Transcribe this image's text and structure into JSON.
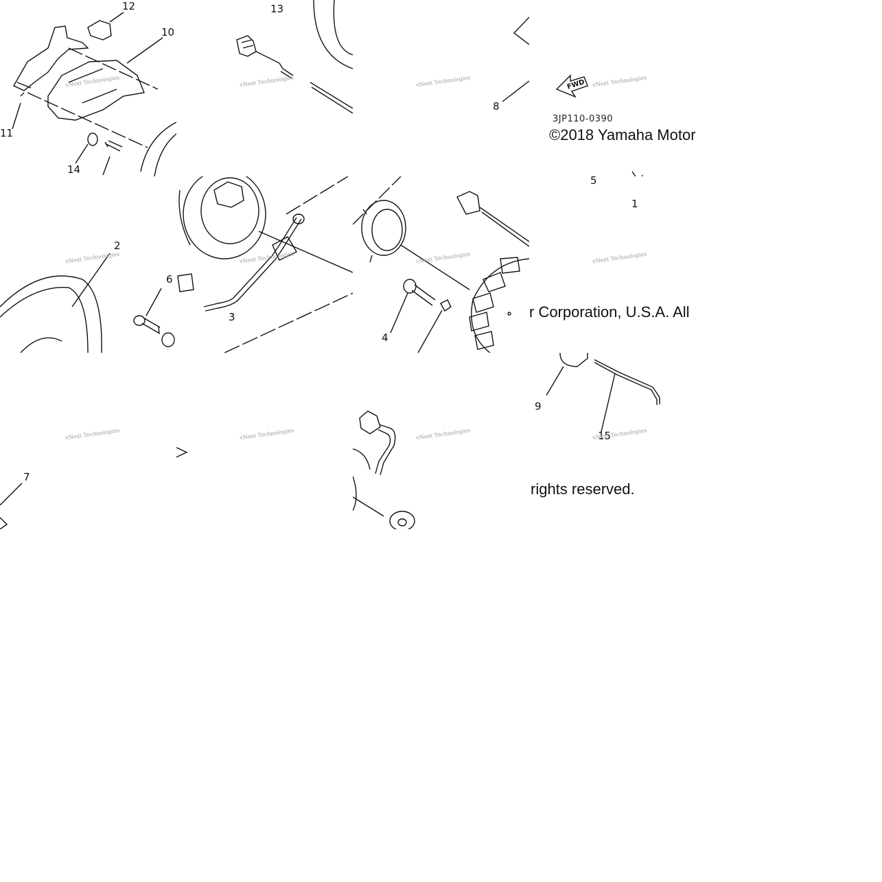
{
  "diagram": {
    "part_code": "3JP110-0390",
    "copyright_parts": [
      "©2018 Yamaha Motor",
      "r Corporation, U.S.A. All",
      "rights reserved."
    ],
    "watermark": "vNext Technologies",
    "fwd_label": "FWD",
    "callouts": {
      "c1": "1",
      "c2": "2",
      "c3": "3",
      "c4": "4",
      "c5": "5",
      "c6": "6",
      "c7": "7",
      "c8": "8",
      "c9": "9",
      "c10": "10",
      "c11": "11",
      "c12": "12",
      "c13": "13",
      "c14": "14",
      "c15": "15"
    }
  }
}
